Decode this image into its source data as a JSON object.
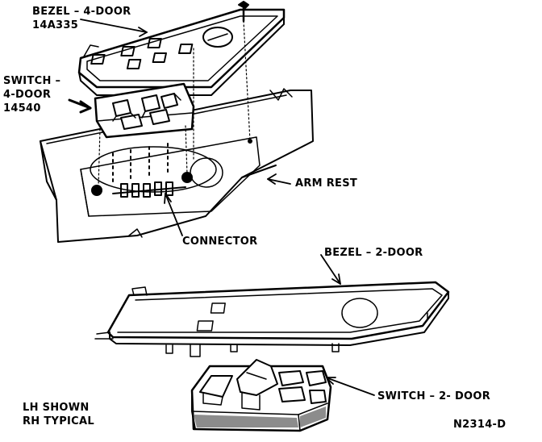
{
  "labels": {
    "bezel_4door": {
      "line1": "BEZEL – 4-DOOR",
      "line2": "14A335"
    },
    "switch_4door": {
      "line1": "SWITCH –",
      "line2": "4-DOOR",
      "line3": "14540"
    },
    "arm_rest": "ARM REST",
    "connector": "CONNECTOR",
    "bezel_2door": "BEZEL – 2-DOOR",
    "switch_2door": "SWITCH – 2- DOOR",
    "note": {
      "line1": "LH SHOWN",
      "line2": "RH TYPICAL"
    },
    "figure_code": "N2314-D"
  },
  "colors": {
    "ink": "#000000",
    "paper": "#ffffff",
    "shade": "#8c8c8c"
  }
}
